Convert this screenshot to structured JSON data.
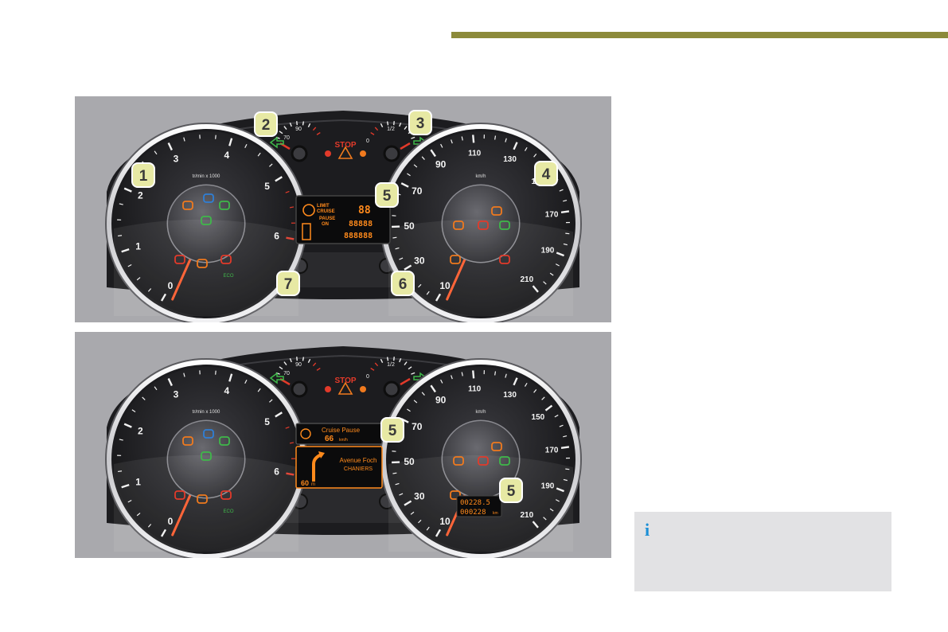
{
  "colors": {
    "header_bar": "#8c8a3a",
    "panel_bg": "#a9a9ad",
    "info_box_bg": "#e2e2e4",
    "info_icon": "#1b8fd6",
    "warning_red": "#e23a2a",
    "warning_orange": "#f07a1e",
    "indicator_green": "#3fb84a",
    "indicator_blue": "#2f7fd6",
    "callout_badge": "#e7e9a4",
    "display_amber": "#ff8a1c"
  },
  "clusters": [
    {
      "callouts": [
        "1",
        "2",
        "3",
        "4",
        "5",
        "6",
        "7"
      ],
      "tacho": {
        "unit_label": "tr/min x 1000",
        "ticks": [
          "0",
          "1",
          "2",
          "3",
          "4",
          "5",
          "6"
        ]
      },
      "speedo": {
        "unit_label": "km/h",
        "ticks": [
          "10",
          "30",
          "50",
          "70",
          "90",
          "110",
          "130",
          "150",
          "170",
          "190",
          "210"
        ]
      },
      "small_gauges": {
        "temp_ticks": [
          "70",
          "90"
        ],
        "fuel_ticks": [
          "0",
          "1/2"
        ],
        "stop_label": "STOP"
      },
      "display": {
        "type": "segment",
        "lines": [
          "LIMIT",
          "CRUISE",
          "PAUSE",
          "ON",
          "88",
          "88888",
          "888888"
        ]
      },
      "eco_label": "ECO"
    },
    {
      "callouts": [
        "5",
        "5"
      ],
      "tacho": {
        "unit_label": "tr/min x 1000",
        "ticks": [
          "0",
          "1",
          "2",
          "3",
          "4",
          "5",
          "6"
        ]
      },
      "speedo": {
        "unit_label": "km/h",
        "ticks": [
          "10",
          "30",
          "50",
          "70",
          "90",
          "110",
          "130",
          "150",
          "170",
          "190",
          "210"
        ]
      },
      "small_gauges": {
        "temp_ticks": [
          "70",
          "90"
        ],
        "fuel_ticks": [
          "0",
          "1/2"
        ],
        "stop_label": "STOP"
      },
      "display": {
        "type": "matrix",
        "cruise_label": "Cruise Pause",
        "cruise_speed": "66",
        "cruise_unit": "km/h",
        "street": "Avenue Foch",
        "city": "CHANIERS",
        "distance": "60",
        "distance_unit": "m"
      },
      "odometer": {
        "trip": "00228.5",
        "total": "000228",
        "unit": "km"
      },
      "eco_label": "ECO"
    }
  ],
  "info_box": {
    "icon": "info-icon",
    "icon_glyph": "i"
  }
}
